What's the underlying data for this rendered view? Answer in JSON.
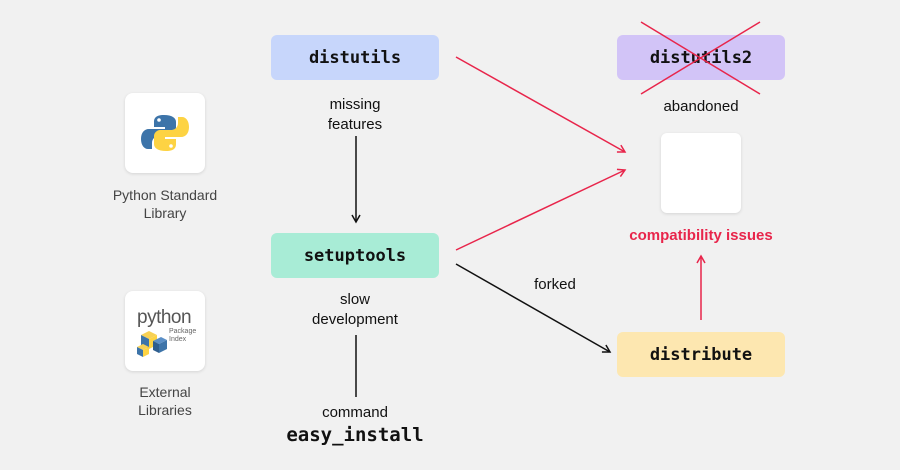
{
  "side": {
    "stdlib_label_line1": "Python Standard",
    "stdlib_label_line2": "Library",
    "external_label_line1": "External",
    "external_label_line2": "Libraries",
    "pypi_logo_text": "python",
    "pypi_logo_sub1": "Package",
    "pypi_logo_sub2": "Index"
  },
  "nodes": {
    "distutils": "distutils",
    "setuptools": "setuptools",
    "distutils2": "distutils2",
    "distribute": "distribute"
  },
  "labels": {
    "missing_line1": "missing",
    "missing_line2": "features",
    "slow_line1": "slow",
    "slow_line2": "development",
    "command": "command",
    "easy_install": "easy_install",
    "forked": "forked",
    "abandoned": "abandoned",
    "compat": "compatibility issues"
  },
  "colors": {
    "distutils_bg": "#c7d6fb",
    "setuptools_bg": "#a8ecd6",
    "distutils2_bg": "#d2c4f7",
    "distribute_bg": "#fde7b0",
    "red": "#e8254b",
    "dark": "#111111"
  }
}
